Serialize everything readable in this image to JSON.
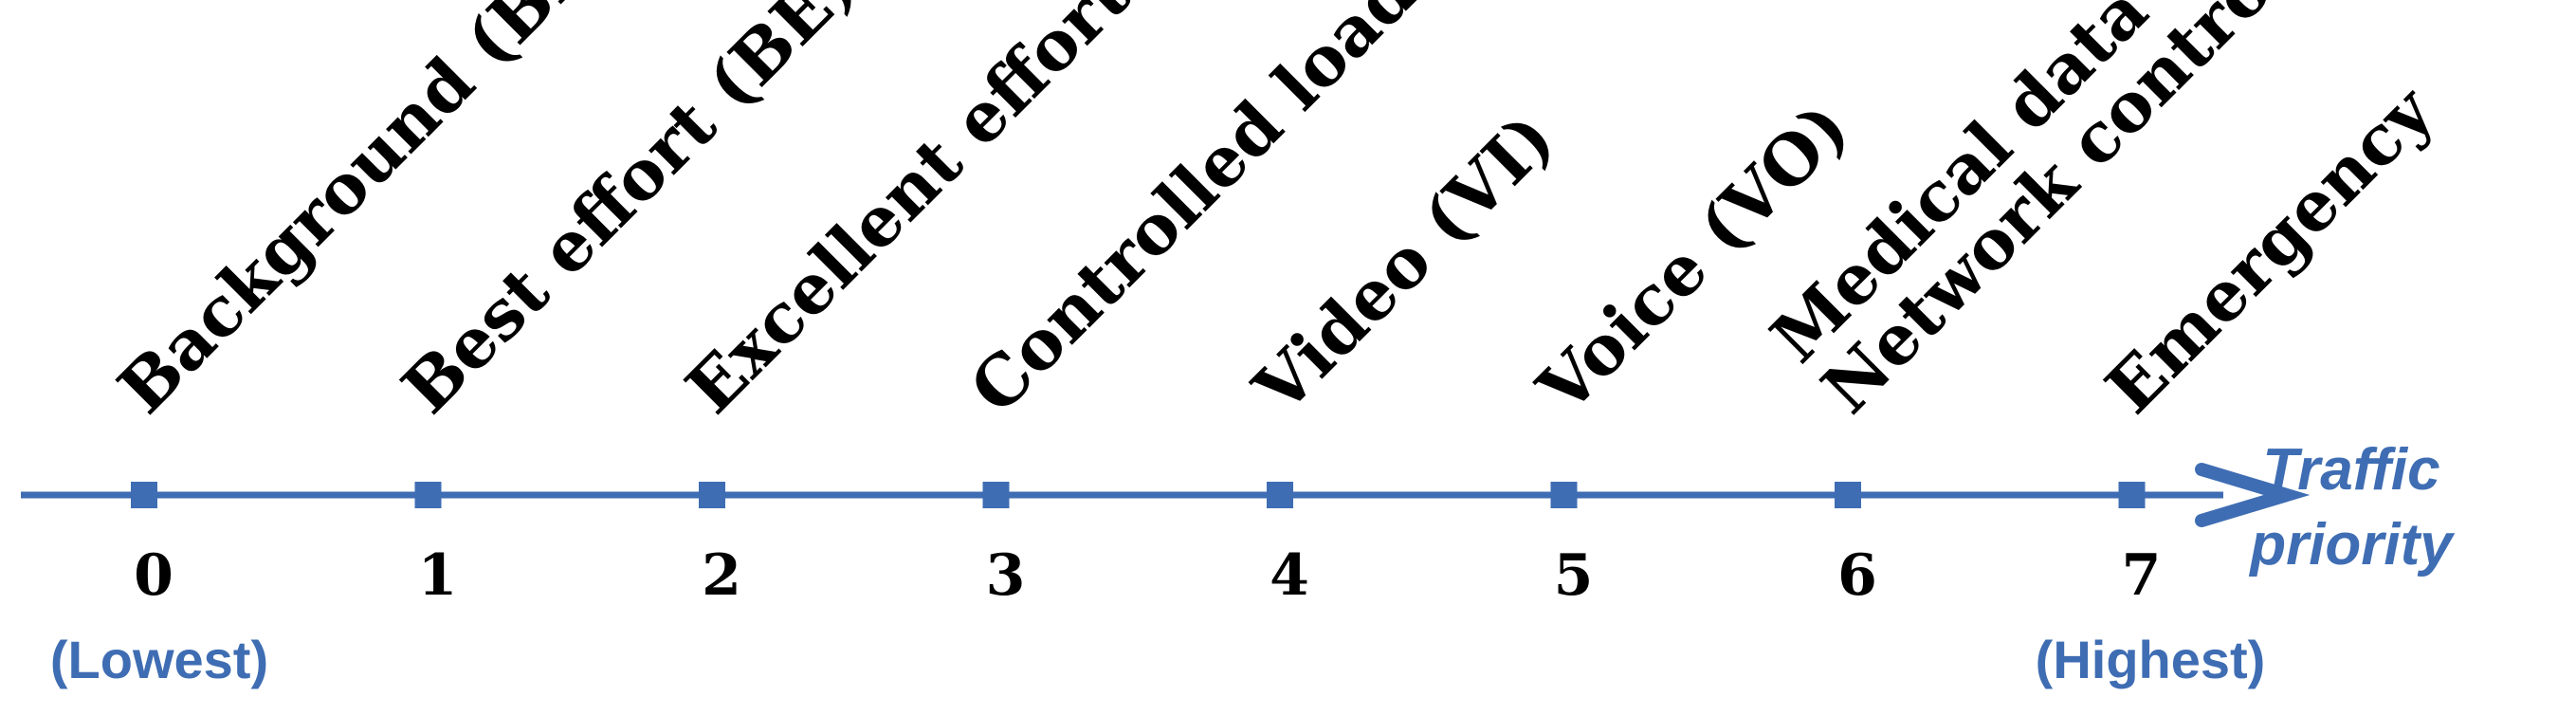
{
  "colors": {
    "axis": "#3f6db3",
    "text": "#000000",
    "accent_text": "#3f6db3"
  },
  "axis_title_lines": [
    "Traffic",
    "priority"
  ],
  "extremes": {
    "lowest": "(Lowest)",
    "highest": "(Highest)"
  },
  "levels": [
    {
      "priority": "0",
      "lines": [
        "Background (BK)"
      ]
    },
    {
      "priority": "1",
      "lines": [
        "Best effort (BE)"
      ]
    },
    {
      "priority": "2",
      "lines": [
        "Excellent effort (EE)"
      ]
    },
    {
      "priority": "3",
      "lines": [
        "Controlled load (CL)"
      ]
    },
    {
      "priority": "4",
      "lines": [
        "Video (VI)"
      ]
    },
    {
      "priority": "5",
      "lines": [
        "Voice (VO)"
      ]
    },
    {
      "priority": "6",
      "lines": [
        "Medical data –",
        "Network control"
      ]
    },
    {
      "priority": "7",
      "lines": [
        "Emergency"
      ]
    }
  ]
}
